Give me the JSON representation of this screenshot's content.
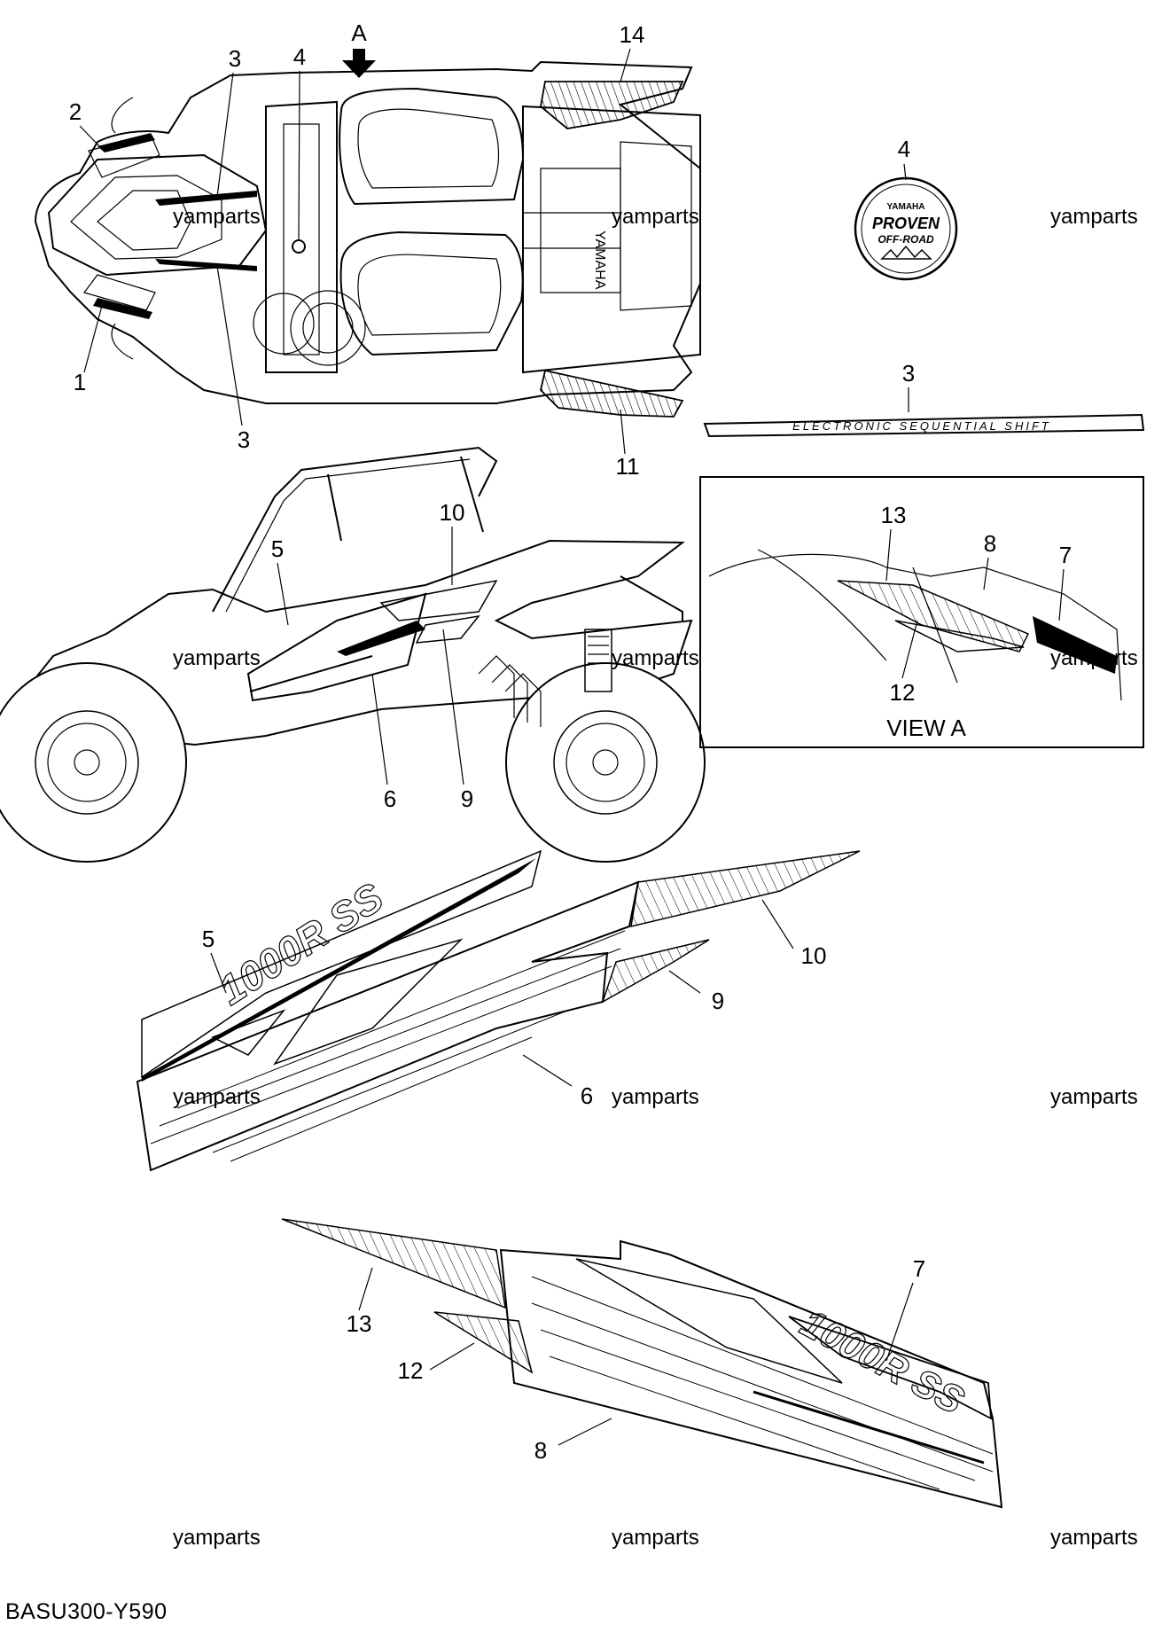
{
  "diagram": {
    "view_marker": "A",
    "view_caption": "VIEW A",
    "drawing_code": "BASU300-Y590",
    "watermark": "yamparts",
    "callouts": {
      "c1": "1",
      "c2": "2",
      "c3a": "3",
      "c3b": "3",
      "c3c": "3",
      "c4a": "4",
      "c4b": "4",
      "c5a": "5",
      "c5b": "5",
      "c6a": "6",
      "c6b": "6",
      "c7a": "7",
      "c7b": "7",
      "c8a": "8",
      "c8b": "8",
      "c9a": "9",
      "c9b": "9",
      "c10a": "10",
      "c10b": "10",
      "c11": "11",
      "c12a": "12",
      "c12b": "12",
      "c13a": "13",
      "c13b": "13",
      "c14": "14"
    },
    "emblem": {
      "top": "YAMAHA",
      "line1": "PROVEN",
      "line2": "OFF-ROAD"
    },
    "shift_decal_text": "ELECTRONIC SEQUENTIAL SHIFT",
    "side_decal_text": "1000R SS"
  }
}
